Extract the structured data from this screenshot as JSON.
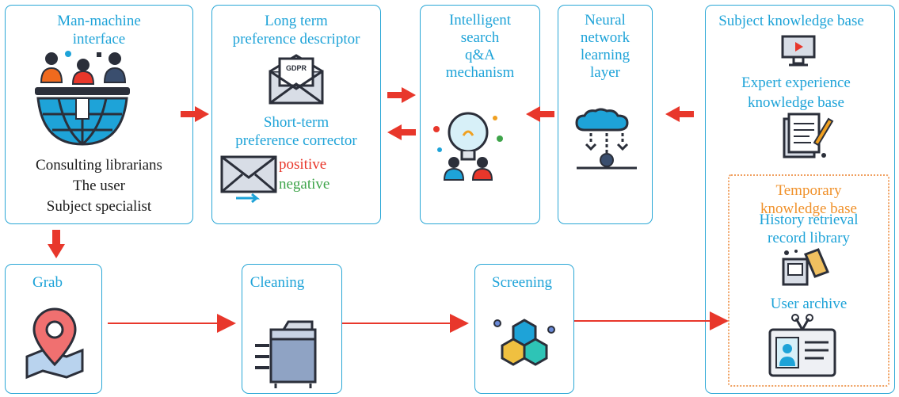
{
  "colors": {
    "box_border": "#2aa7d6",
    "title_text": "#1ea3d8",
    "arrow": "#e8372b",
    "positive": "#e8372b",
    "negative": "#3ea44a",
    "temporary": "#f0912a"
  },
  "top": {
    "interface": {
      "title_1": "Man-machine",
      "title_2": "interface",
      "role_1": "Consulting librarians",
      "role_2": "The user",
      "role_3": "Subject specialist"
    },
    "preference": {
      "long_1": "Long term",
      "long_2": "preference descriptor",
      "short_1": "Short-term",
      "short_2": "preference corrector",
      "positive": "positive",
      "negative": "negative",
      "stamp": "GDPR"
    },
    "search": {
      "line_1": "Intelligent",
      "line_2": "search",
      "line_3": "q&A",
      "line_4": "mechanism"
    },
    "neural": {
      "line_1": "Neural",
      "line_2": "network",
      "line_3": "learning",
      "line_4": "layer"
    },
    "knowledge": {
      "subject": "Subject knowledge base",
      "expert_1": "Expert experience",
      "expert_2": "knowledge base",
      "temp_1": "Temporary",
      "temp_2": "knowledge base",
      "history_1": "History retrieval",
      "history_2": "record library",
      "archive": "User archive"
    }
  },
  "bottom": {
    "grab": "Grab",
    "cleaning": "Cleaning",
    "screening": "Screening"
  },
  "icons": [
    "users-icon",
    "globe-icon",
    "email-icon",
    "envelope-icon",
    "lightbulb-icon",
    "cloud-network-icon",
    "monitor-icon",
    "document-icon",
    "photo-icon",
    "id-card-icon",
    "map-pin-icon",
    "printer-icon",
    "cubes-icon"
  ]
}
